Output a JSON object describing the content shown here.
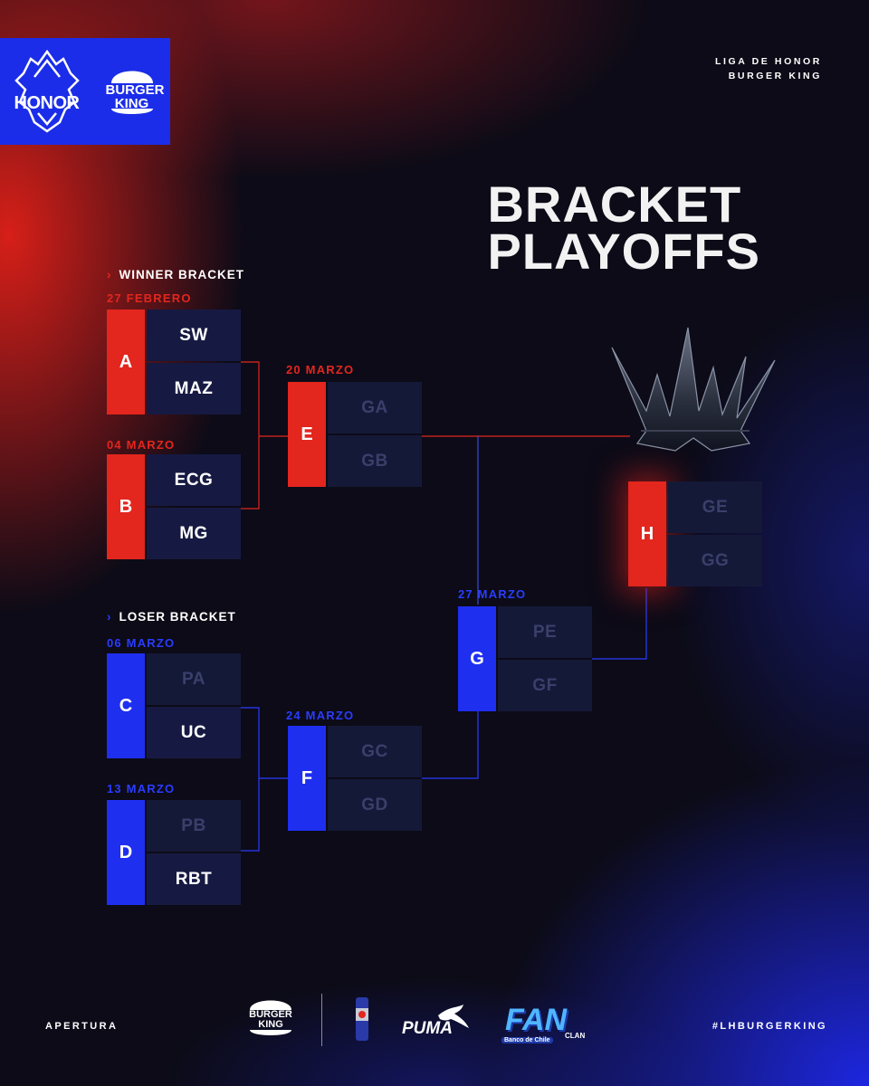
{
  "header": {
    "league_logo_text": "HONOR",
    "sponsor_logo_text": "BURGER KING",
    "top_right_line1": "LIGA DE HONOR",
    "top_right_line2": "BURGER KING"
  },
  "title": {
    "line1": "BRACKET",
    "line2": "PLAYOFFS"
  },
  "sections": {
    "winner": "WINNER BRACKET",
    "loser": "LOSER BRACKET"
  },
  "matches": {
    "A": {
      "letter": "A",
      "date": "27 FEBRERO",
      "top": "SW",
      "bottom": "MAZ"
    },
    "B": {
      "letter": "B",
      "date": "04 MARZO",
      "top": "ECG",
      "bottom": "MG"
    },
    "C": {
      "letter": "C",
      "date": "06 MARZO",
      "top": "PA",
      "bottom": "UC"
    },
    "D": {
      "letter": "D",
      "date": "13 MARZO",
      "top": "PB",
      "bottom": "RBT"
    },
    "E": {
      "letter": "E",
      "date": "20 MARZO",
      "top": "GA",
      "bottom": "GB"
    },
    "F": {
      "letter": "F",
      "date": "24 MARZO",
      "top": "GC",
      "bottom": "GD"
    },
    "G": {
      "letter": "G",
      "date": "27 MARZO",
      "top": "PE",
      "bottom": "GF"
    },
    "H": {
      "letter": "H",
      "top": "GE",
      "bottom": "GG"
    }
  },
  "footer": {
    "left": "APERTURA",
    "right": "#LHBURGERKING",
    "sponsor_bk": "BURGER KING",
    "sponsor_puma": "PUMA",
    "sponsor_fan": "FAN",
    "sponsor_fan_sub": "Banco de Chile",
    "sponsor_fan_clan": "CLAN"
  },
  "colors": {
    "red": "#e3261e",
    "blue": "#1f2ff0",
    "slot": "#15193e",
    "background": "#0c0b17"
  }
}
